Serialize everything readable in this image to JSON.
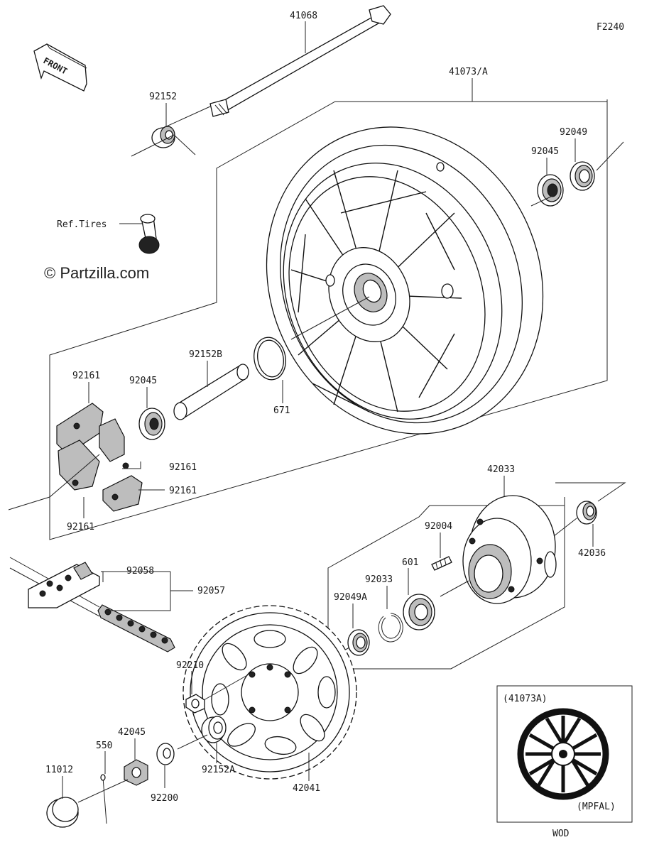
{
  "figure_code": "F2240",
  "watermark": "© Partzilla.com",
  "front_arrow": {
    "label": "FRONT"
  },
  "ref_tires": "Ref.Tires",
  "inset": {
    "top_label": "(41073A)",
    "bottom_label": "(MPFAL)",
    "caption": "WOD"
  },
  "parts": [
    {
      "id": "p41068",
      "label": "41068"
    },
    {
      "id": "p41073a",
      "label": "41073/A"
    },
    {
      "id": "p92152",
      "label": "92152"
    },
    {
      "id": "p92049",
      "label": "92049"
    },
    {
      "id": "p92045_top",
      "label": "92045"
    },
    {
      "id": "p92152b",
      "label": "92152B"
    },
    {
      "id": "p92045_left",
      "label": "92045"
    },
    {
      "id": "p671",
      "label": "671"
    },
    {
      "id": "p92161_a",
      "label": "92161"
    },
    {
      "id": "p92161_b",
      "label": "92161"
    },
    {
      "id": "p92161_c",
      "label": "92161"
    },
    {
      "id": "p92161_d",
      "label": "92161"
    },
    {
      "id": "p42033",
      "label": "42033"
    },
    {
      "id": "p92004",
      "label": "92004"
    },
    {
      "id": "p42036",
      "label": "42036"
    },
    {
      "id": "p601",
      "label": "601"
    },
    {
      "id": "p92033",
      "label": "92033"
    },
    {
      "id": "p92049a",
      "label": "92049A"
    },
    {
      "id": "p92058",
      "label": "92058"
    },
    {
      "id": "p92057",
      "label": "92057"
    },
    {
      "id": "p92210",
      "label": "92210"
    },
    {
      "id": "p42045",
      "label": "42045"
    },
    {
      "id": "p550",
      "label": "550"
    },
    {
      "id": "p11012",
      "label": "11012"
    },
    {
      "id": "p92200",
      "label": "92200"
    },
    {
      "id": "p92152a",
      "label": "92152A"
    },
    {
      "id": "p42041",
      "label": "42041"
    }
  ]
}
